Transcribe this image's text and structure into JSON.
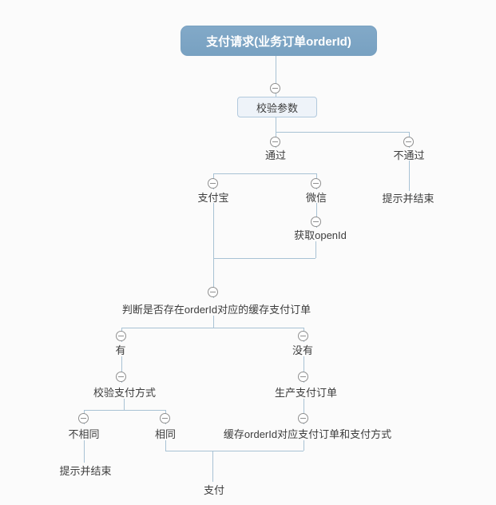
{
  "mindmap": {
    "root_label": "支付请求(业务订单orderId)",
    "check_params": "校验参数",
    "pass": "通过",
    "fail": "不通过",
    "fail_result": "提示并结束",
    "alipay": "支付宝",
    "wechat": "微信",
    "wechat_get_openid": "获取openId",
    "cache_check": "判断是否存在orderId对应的缓存支付订单",
    "cache_exists": "有",
    "cache_missing": "没有",
    "verify_pay_method": "校验支付方式",
    "create_pay_order": "生产支付订单",
    "method_different": "不相同",
    "method_same": "相同",
    "cache_save": "缓存orderId对应支付订单和支付方式",
    "different_result": "提示并结束",
    "pay": "支付"
  },
  "colors": {
    "canvas_background": "#FBFBFB",
    "root_fill": "#7CA4C4",
    "root_text": "#FFFFFF",
    "topic_box_fill": "#EEF3F9",
    "topic_box_border": "#B2C9DD",
    "connector_line": "#A8C2D4",
    "collapse_icon": "#8F8F8F",
    "label_text": "#3D3D3D"
  }
}
